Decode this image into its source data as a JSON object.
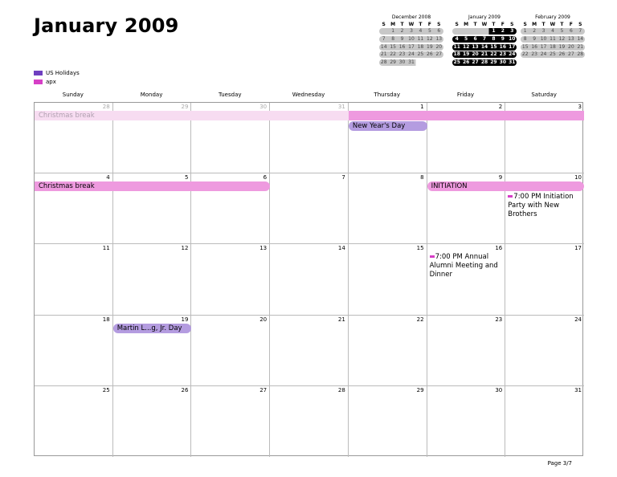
{
  "header": {
    "title": "January 2009"
  },
  "legend": [
    {
      "label": "US Holidays",
      "color": "#6f3fc0"
    },
    {
      "label": "apx",
      "color": "#d63fc6"
    }
  ],
  "mini_calendars": [
    {
      "title": "December 2008",
      "days_header": [
        "S",
        "M",
        "T",
        "W",
        "T",
        "F",
        "S"
      ],
      "weeks": [
        [
          "",
          "1",
          "2",
          "3",
          "4",
          "5",
          "6"
        ],
        [
          "7",
          "8",
          "9",
          "10",
          "11",
          "12",
          "13"
        ],
        [
          "14",
          "15",
          "16",
          "17",
          "18",
          "19",
          "20"
        ],
        [
          "21",
          "22",
          "23",
          "24",
          "25",
          "26",
          "27"
        ],
        [
          "28",
          "29",
          "30",
          "31",
          "",
          "",
          ""
        ]
      ]
    },
    {
      "title": "January 2009",
      "days_header": [
        "S",
        "M",
        "T",
        "W",
        "T",
        "F",
        "S"
      ],
      "weeks": [
        [
          "",
          "",
          "",
          "",
          "1",
          "2",
          "3"
        ],
        [
          "4",
          "5",
          "6",
          "7",
          "8",
          "9",
          "10"
        ],
        [
          "11",
          "12",
          "13",
          "14",
          "15",
          "16",
          "17"
        ],
        [
          "18",
          "19",
          "20",
          "21",
          "22",
          "23",
          "24"
        ],
        [
          "25",
          "26",
          "27",
          "28",
          "29",
          "30",
          "31"
        ]
      ]
    },
    {
      "title": "February 2009",
      "days_header": [
        "S",
        "M",
        "T",
        "W",
        "T",
        "F",
        "S"
      ],
      "weeks": [
        [
          "1",
          "2",
          "3",
          "4",
          "5",
          "6",
          "7"
        ],
        [
          "8",
          "9",
          "10",
          "11",
          "12",
          "13",
          "14"
        ],
        [
          "15",
          "16",
          "17",
          "18",
          "19",
          "20",
          "21"
        ],
        [
          "22",
          "23",
          "24",
          "25",
          "26",
          "27",
          "28"
        ]
      ]
    }
  ],
  "weekdays": [
    "Sunday",
    "Monday",
    "Tuesday",
    "Wednesday",
    "Thursday",
    "Friday",
    "Saturday"
  ],
  "weeks": [
    [
      {
        "n": "28",
        "other": true
      },
      {
        "n": "29",
        "other": true
      },
      {
        "n": "30",
        "other": true
      },
      {
        "n": "31",
        "other": true
      },
      {
        "n": "1"
      },
      {
        "n": "2"
      },
      {
        "n": "3"
      }
    ],
    [
      {
        "n": "4"
      },
      {
        "n": "5"
      },
      {
        "n": "6"
      },
      {
        "n": "7"
      },
      {
        "n": "8"
      },
      {
        "n": "9"
      },
      {
        "n": "10"
      }
    ],
    [
      {
        "n": "11"
      },
      {
        "n": "12"
      },
      {
        "n": "13"
      },
      {
        "n": "14"
      },
      {
        "n": "15"
      },
      {
        "n": "16"
      },
      {
        "n": "17"
      }
    ],
    [
      {
        "n": "18"
      },
      {
        "n": "19"
      },
      {
        "n": "20"
      },
      {
        "n": "21"
      },
      {
        "n": "22"
      },
      {
        "n": "23"
      },
      {
        "n": "24"
      }
    ],
    [
      {
        "n": "25"
      },
      {
        "n": "26"
      },
      {
        "n": "27"
      },
      {
        "n": "28"
      },
      {
        "n": "29"
      },
      {
        "n": "30"
      },
      {
        "n": "31"
      }
    ]
  ],
  "bars": [
    {
      "label": "Christmas break",
      "week": 0,
      "start": 0,
      "end": 3,
      "lane": 0,
      "color": "#f7dcf1",
      "text_color": "#b0a0b0",
      "round_end": false
    },
    {
      "label": "",
      "week": 0,
      "start": 4,
      "end": 6,
      "lane": 0,
      "color": "#ee9adf",
      "text_color": "#000",
      "round_end": false
    },
    {
      "label": "New Year's Day",
      "week": 0,
      "start": 4,
      "end": 4,
      "lane": 1,
      "color": "#b49ce0",
      "text_color": "#000",
      "round_start": true,
      "round_end": true
    },
    {
      "label": "Christmas break",
      "week": 1,
      "start": 0,
      "end": 2,
      "lane": 0,
      "color": "#ee9adf",
      "text_color": "#000",
      "round_end": true
    },
    {
      "label": "INITIATION",
      "week": 1,
      "start": 5,
      "end": 6,
      "lane": 0,
      "color": "#ee9adf",
      "text_color": "#000",
      "round_start": true,
      "round_end": true
    },
    {
      "label": "Martin L...g, Jr. Day",
      "week": 3,
      "start": 1,
      "end": 1,
      "lane": 0,
      "color": "#b49ce0",
      "text_color": "#000",
      "round_start": true,
      "round_end": true
    }
  ],
  "timed_events": [
    {
      "label": "7:00 PM Initiation Party with New Brothers",
      "week": 1,
      "day": 6,
      "lane": 1
    },
    {
      "label": "7:00 PM Annual Alumni Meeting and Dinner",
      "week": 2,
      "day": 5,
      "lane": 0
    }
  ],
  "footer": {
    "page": "Page 3/7"
  }
}
